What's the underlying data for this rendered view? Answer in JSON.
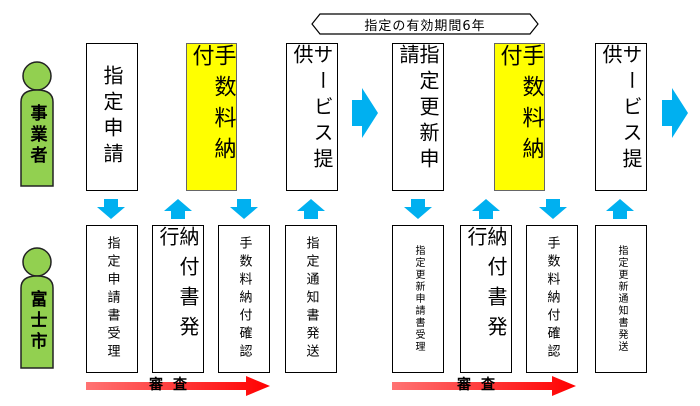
{
  "period": {
    "label": "指定の有効期間6年"
  },
  "actors": {
    "business": "事業者",
    "city": "富士市"
  },
  "business_row": [
    {
      "text": "指定申請",
      "highlight": false
    },
    {
      "text": "手数料納付",
      "highlight": true
    },
    {
      "text": "サービス提供",
      "highlight": false
    },
    {
      "text": "指定更新申請",
      "highlight": false
    },
    {
      "text": "手数料納付",
      "highlight": true
    },
    {
      "text": "サービス提供",
      "highlight": false
    }
  ],
  "city_row": [
    {
      "text": "指定申請書受理"
    },
    {
      "text": "納付書発行"
    },
    {
      "text": "手数料納付確認"
    },
    {
      "text": "指定通知書発送"
    },
    {
      "text": "指定更新申請書受理"
    },
    {
      "text": "納付書発行"
    },
    {
      "text": "手数料納付確認"
    },
    {
      "text": "指定更新通知書発送"
    }
  ],
  "flow_arrows": [
    "down",
    "up",
    "down",
    "up",
    "down",
    "up",
    "down",
    "up"
  ],
  "review": {
    "label": "審査"
  },
  "colors": {
    "person_fill": "#92d050",
    "arrow_blue": "#00b0f0",
    "fee_yellow": "#ffff00",
    "review_red": "#ff0000"
  }
}
